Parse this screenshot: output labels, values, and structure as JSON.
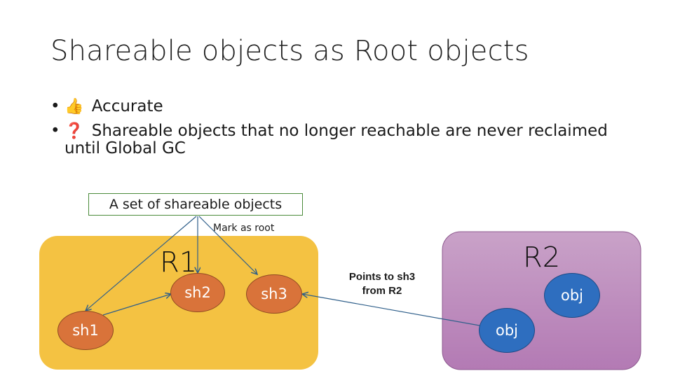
{
  "title": "Shareable objects as Root objects",
  "bullets": [
    {
      "icon": "thumbs-up-icon",
      "glyph": "👍",
      "text": "Accurate"
    },
    {
      "icon": "question-mark-icon",
      "glyph": "❓",
      "text": "Shareable objects that no longer reachable are never reclaimed until Global GC"
    }
  ],
  "diagram": {
    "set_label": "A set of shareable objects",
    "mark_label": "Mark as root",
    "r1": {
      "label": "R1",
      "nodes": [
        "sh1",
        "sh2",
        "sh3"
      ]
    },
    "r2": {
      "label": "R2",
      "nodes": [
        "obj",
        "obj"
      ]
    },
    "annotation_line1": "Points to sh3",
    "annotation_line2": "from R2",
    "colors": {
      "r1_fill": "#f4c242",
      "r2_fill": "#c08fbf",
      "sh_node": "#d9733a",
      "obj_node": "#2e6ebf",
      "arrow": "#2f5f8a",
      "set_border": "#4b8b3b"
    }
  }
}
